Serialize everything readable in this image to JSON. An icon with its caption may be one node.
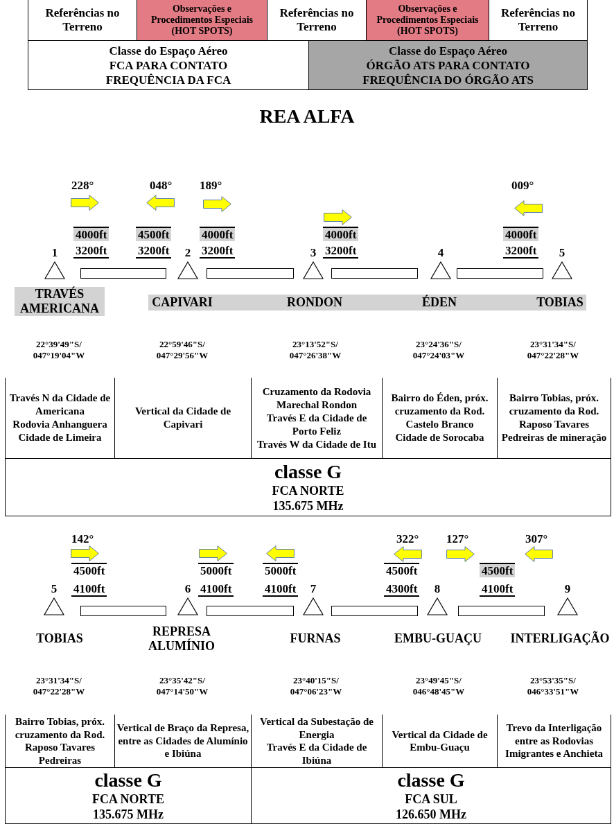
{
  "diagram": {
    "title": "REA ALFA",
    "nodes": [
      {
        "text": [
          "Referências no Terreno"
        ]
      },
      {
        "text": [
          "Observações e Procedimentos Especiais (HOT SPOTS)"
        ]
      },
      {
        "text": [
          "Referências no Terreno"
        ]
      },
      {
        "text": [
          "Observações e Procedimentos Especiais (HOT SPOTS)"
        ]
      },
      {
        "text": [
          "Referências no Terreno"
        ]
      },
      {
        "text": [
          "Classe do Espaço Aéreo",
          "FCA PARA CONTATO",
          "FREQUÊNCIA DA FCA"
        ]
      },
      {
        "text": [
          "Classe do Espaço Aéreo",
          "ÓRGÃO ATS PARA CONTATO",
          "FREQUÊNCIA DO ÓRGÃO ATS"
        ]
      },
      {
        "text": [
          "1"
        ],
        "beside": [
          "TRAVÉS AMERICANA"
        ]
      },
      {
        "text": [],
        "shape": "bar",
        "beside": [
          "228°",
          "4000ft",
          "3200ft",
          "048°",
          "4500ft",
          "3200ft"
        ]
      },
      {
        "text": [
          "2"
        ],
        "beside": [
          "CAPIVARI"
        ]
      },
      {
        "text": [],
        "shape": "bar",
        "beside": [
          "189°",
          "4000ft",
          "3200ft"
        ]
      },
      {
        "text": [
          "3"
        ],
        "beside": [
          "RONDON"
        ]
      },
      {
        "text": [],
        "shape": "bar",
        "beside": [
          "4000ft",
          "3200ft"
        ]
      },
      {
        "text": [
          "4"
        ],
        "beside": [
          "ÉDEN"
        ]
      },
      {
        "text": [],
        "shape": "bar",
        "beside": [
          "009°",
          "4000ft",
          "3200ft"
        ]
      },
      {
        "text": [
          "5"
        ],
        "beside": [
          "TOBIAS"
        ]
      },
      {
        "text": [
          "Través N da Cidade de Americana",
          "Rodovia Anhanguera",
          "Cidade de Limeira"
        ]
      },
      {
        "text": [
          "Vertical da Cidade de Capivari"
        ]
      },
      {
        "text": [
          "Cruzamento da Rodovia Marechal Rondon",
          "Través E da Cidade de Porto Feliz",
          "Través W da Cidade de Itu"
        ]
      },
      {
        "text": [
          "Bairro do Éden, próx. cruzamento da Rod. Castelo Branco",
          "Cidade de Sorocaba"
        ]
      },
      {
        "text": [
          "Bairro Tobias, próx. cruzamento da Rod. Raposo Tavares",
          "Pedreiras de mineração"
        ]
      },
      {
        "text": [
          "classe G",
          "FCA NORTE",
          "135.675 MHz"
        ]
      },
      {
        "text": [
          "5"
        ],
        "beside": [
          "TOBIAS"
        ]
      },
      {
        "text": [],
        "shape": "bar",
        "beside": [
          "142°",
          "4500ft",
          "4100ft"
        ]
      },
      {
        "text": [
          "6"
        ],
        "beside": [
          "REPRESA ALUMÍNIO"
        ]
      },
      {
        "text": [],
        "shape": "bar",
        "beside": [
          "5000ft",
          "4100ft",
          "5000ft",
          "4100ft"
        ]
      },
      {
        "text": [
          "7"
        ],
        "beside": [
          "FURNAS"
        ]
      },
      {
        "text": [],
        "shape": "bar",
        "beside": [
          "322°",
          "4500ft",
          "4300ft"
        ]
      },
      {
        "text": [
          "8"
        ],
        "beside": [
          "EMBU-GUAÇU"
        ]
      },
      {
        "text": [],
        "shape": "bar",
        "beside": [
          "127°",
          "307°",
          "4500ft",
          "4100ft"
        ]
      },
      {
        "text": [
          "9"
        ],
        "beside": [
          "INTERLIGAÇÃO"
        ]
      },
      {
        "text": [
          "Bairro Tobias, próx. cruzamento da Rod. Raposo Tavares",
          "Pedreiras"
        ]
      },
      {
        "text": [
          "Vertical de Braço da Represa, entre as Cidades de Alumínio e Ibiúna"
        ]
      },
      {
        "text": [
          "Vertical da Subestação de Energia",
          "Través E da Cidade de Ibiúna"
        ]
      },
      {
        "text": [
          "Vertical da Cidade de Embu-Guaçu"
        ]
      },
      {
        "text": [
          "Trevo da Interligação entre as Rodovias Imigrantes e Anchieta"
        ]
      },
      {
        "text": [
          "classe G",
          "FCA NORTE",
          "135.675 MHz"
        ]
      },
      {
        "text": [
          "classe G",
          "FCA SUL",
          "126.650 MHz"
        ]
      }
    ],
    "labels": [
      "22°39'49\"S/ 047°19'04\"W",
      "22°59'46\"S/ 047°29'56\"W",
      "23°13'52\"S/ 047°26'38\"W",
      "23°24'36\"S/ 047°24'03\"W",
      "23°31'34\"S/ 047°22'28\"W",
      "23°31'34\"S/ 047°22'28\"W",
      "23°35'42\"S/ 047°14'50\"W",
      "23°40'15\"S/ 047°06'23\"W",
      "23°49'45\"S/ 046°48'45\"W",
      "23°53'35\"S/ 046°33'51\"W"
    ]
  }
}
